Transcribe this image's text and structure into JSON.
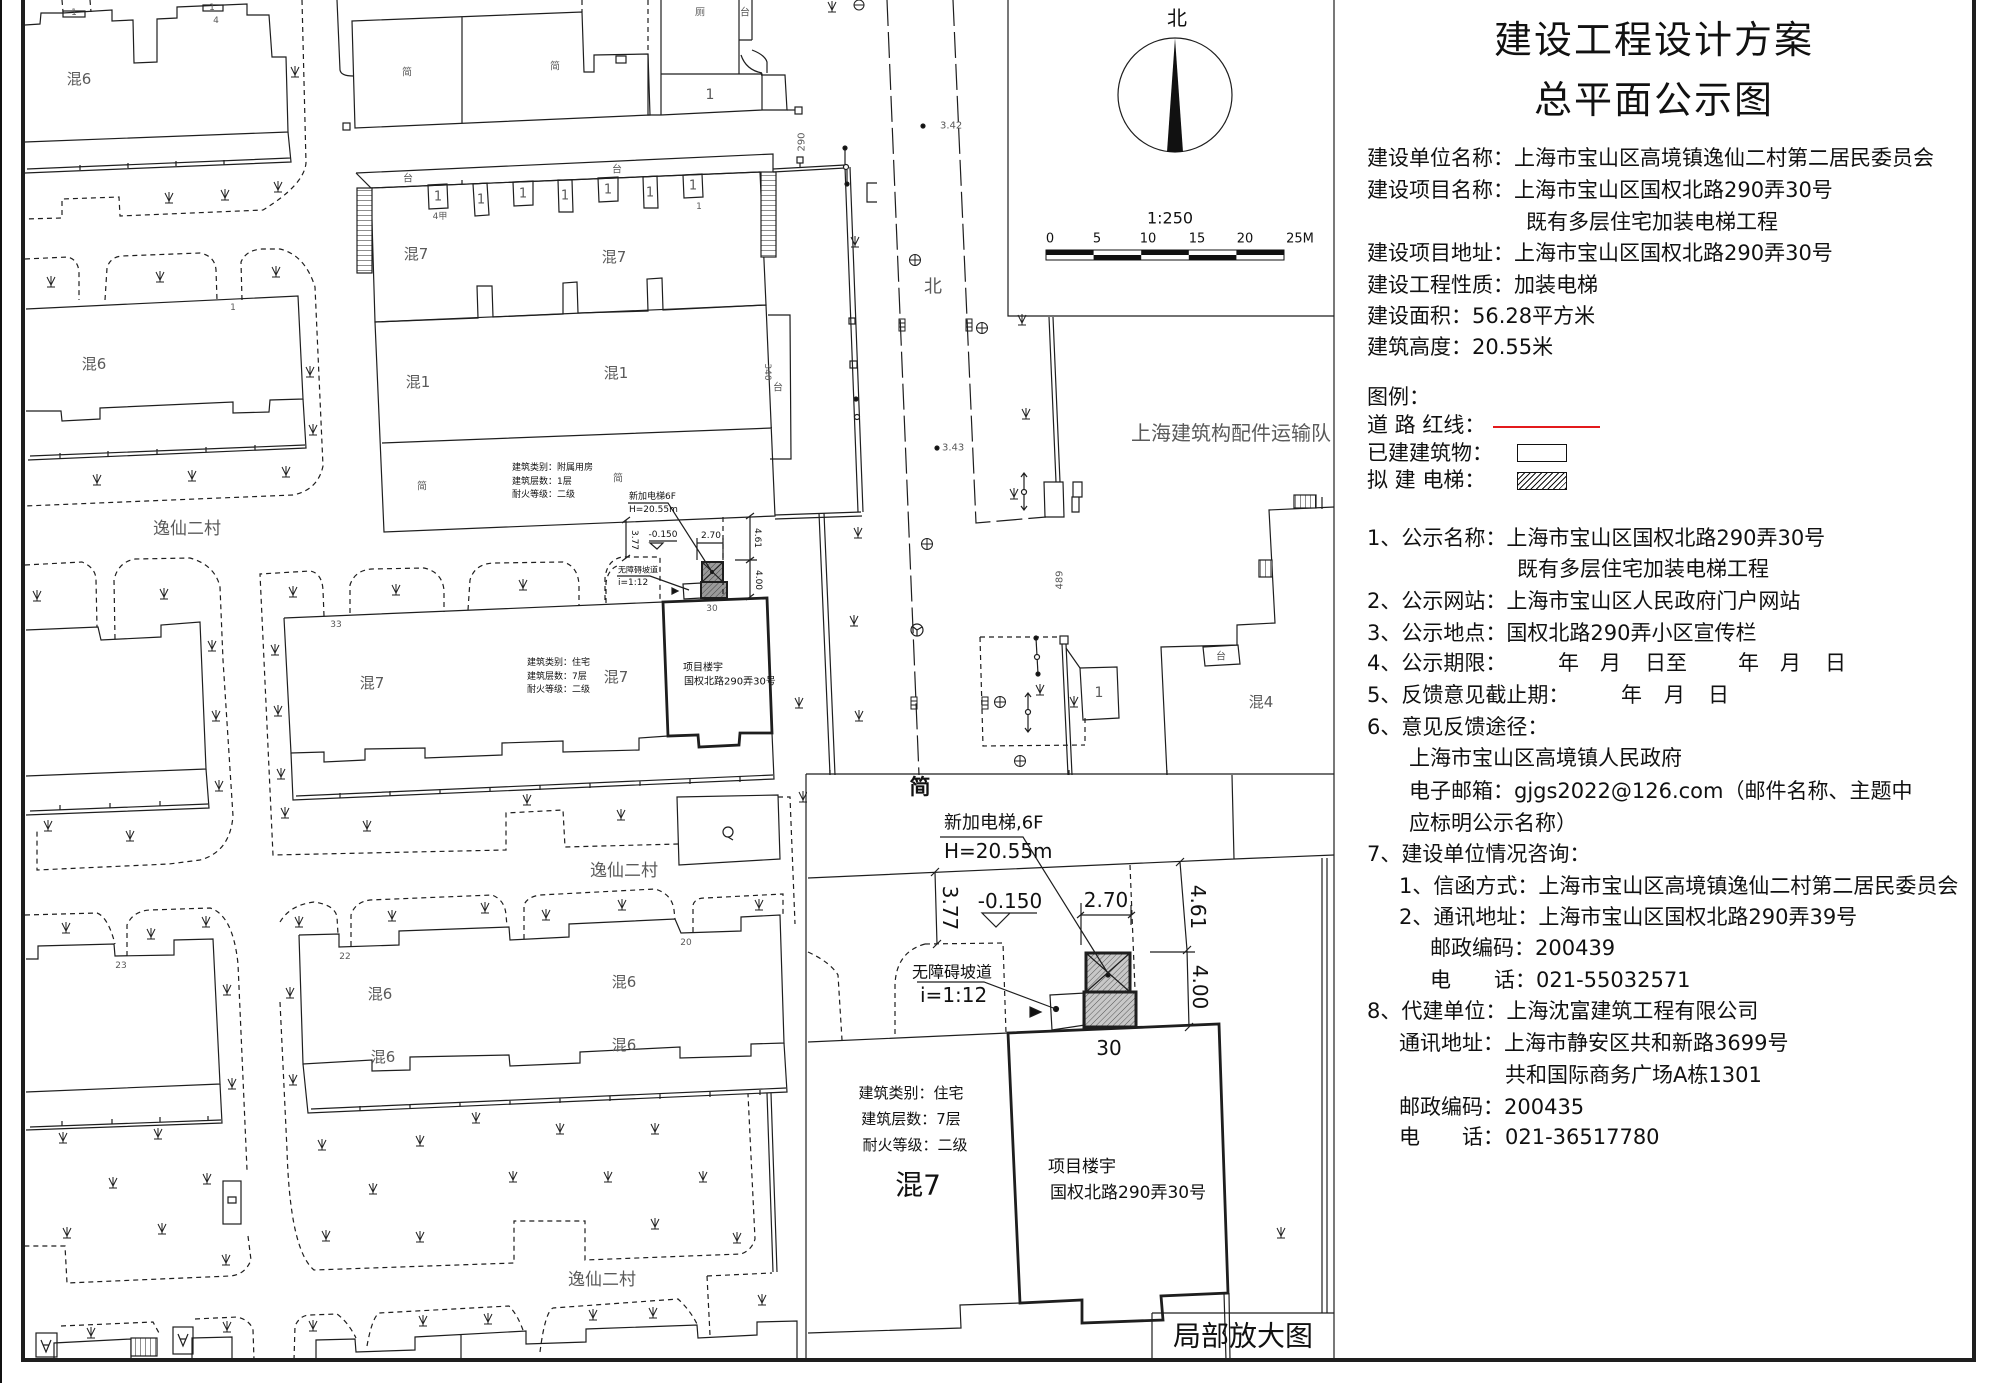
{
  "panel": {
    "title": [
      "建设工程设计方案",
      "总平面公示图"
    ],
    "project_info": [
      {
        "label": "建设单位名称：",
        "value": "上海市宝山区高境镇逸仙二村第二居民委员会"
      },
      {
        "label": "建设项目名称：",
        "value": "上海市宝山区国权北路290弄30号",
        "value_cont": "既有多层住宅加装电梯工程"
      },
      {
        "label": "建设项目地址：",
        "value": "上海市宝山区国权北路290弄30号"
      },
      {
        "label": "建设工程性质：",
        "value": "加装电梯"
      },
      {
        "label": "建设面积：",
        "value": "56.28平方米"
      },
      {
        "label": "建筑高度：",
        "value": "20.55米"
      }
    ],
    "legend": {
      "title": "图例：",
      "items": [
        {
          "label": "道 路 红线：",
          "swatch": "red-line",
          "color": "#e31a1c"
        },
        {
          "label": "已建建筑物：",
          "swatch": "outline-box"
        },
        {
          "label": "拟 建 电梯：",
          "swatch": "hatched-box"
        }
      ]
    },
    "notices": {
      "n1": {
        "label": "1、公示名称：",
        "value": "上海市宝山区国权北路290弄30号",
        "value_cont": "既有多层住宅加装电梯工程"
      },
      "n2": {
        "label": "2、公示网站：",
        "value": "上海市宝山区人民政府门户网站"
      },
      "n3": {
        "label": "3、公示地点：",
        "value": "国权北路290弄小区宣传栏"
      },
      "n4": {
        "label": "4、公示期限：",
        "date_parts": [
          "年",
          "月",
          "日至",
          "年",
          "月",
          "日"
        ]
      },
      "n5": {
        "label": "5、反馈意见截止期：",
        "date_parts": [
          "年",
          "月",
          "日"
        ]
      },
      "n6": {
        "label": "6、意见反馈途径：",
        "lines": [
          "上海市宝山区高境镇人民政府",
          "电子邮箱：gjgs2022@126.com（邮件名称、主题中",
          "应标明公示名称）"
        ]
      },
      "n7": {
        "label": "7、建设单位情况咨询：",
        "letter": {
          "label": "1、信函方式：",
          "value": "上海市宝山区高境镇逸仙二村第二居民委员会"
        },
        "address": {
          "label": "2、通讯地址：",
          "value": "上海市宝山区国权北路290弄39号"
        },
        "postcode": {
          "label": "邮政编码：",
          "value": "200439"
        },
        "phone": {
          "label_a": "电",
          "label_b": "话：",
          "value": "021-55032571"
        }
      },
      "n8": {
        "label": "8、代建单位：",
        "value": "上海沈富建筑工程有限公司",
        "address": {
          "label": "通讯地址：",
          "value": "上海市静安区共和新路3699号",
          "value_cont": "共和国际商务广场A栋1301"
        },
        "postcode": {
          "label": "邮政编码：",
          "value": "200435"
        },
        "phone": {
          "label_a": "电",
          "label_b": "话：",
          "value": "021-36517780"
        }
      }
    }
  },
  "north_arrow": {
    "label": "北"
  },
  "scale_bar": {
    "ratio": "1:250",
    "ticks": [
      "0",
      "5",
      "10",
      "15",
      "20",
      "25M"
    ]
  },
  "map": {
    "area_labels": [
      "逸仙二村",
      "逸仙二村",
      "逸仙二村",
      "上海建筑构配件运输队"
    ],
    "road_label": "北",
    "materials": [
      "混6",
      "混6",
      "混7",
      "混7",
      "混1",
      "混1",
      "简",
      "简",
      "简",
      "简",
      "混7",
      "混7",
      "混6",
      "混6",
      "混6",
      "混6",
      "混4"
    ],
    "room_labels": [
      "厕",
      "台",
      "台",
      "台",
      "台",
      "台"
    ],
    "building_numbers": [
      "1",
      "1",
      "4",
      "1",
      "33",
      "30",
      "22",
      "20",
      "23",
      "1",
      "1",
      "4甲",
      "1"
    ],
    "unit_labels": [
      "1",
      "1",
      "1",
      "1",
      "1",
      "1",
      "1"
    ],
    "elevations": [
      "3.42",
      "3.43"
    ],
    "road_numbers": [
      "290",
      "340",
      "489"
    ],
    "annex_info": [
      "建筑类别：附属用房",
      "建筑层数：1层",
      "耐火等级：二级"
    ],
    "residential_info": [
      "建筑类别：住宅",
      "建筑层数：7层",
      "耐火等级：二级"
    ],
    "project_building": [
      "项目楼宇",
      "国权北路290弄30号"
    ],
    "elevator_note": [
      "新加电梯6F",
      "H=20.55m"
    ],
    "ramp_note": [
      "无障碍坡道",
      "i=1:12"
    ],
    "dimensions": {
      "d_377": "3.77",
      "elevation": "-0.150",
      "d_270": "2.70",
      "d_461": "4.61",
      "d_400": "4.00"
    }
  },
  "inset": {
    "title": "局部放大图",
    "top_label": "简",
    "elevator_note": [
      "新加电梯,6F",
      "H=20.55m"
    ],
    "ramp_note": [
      "无障碍坡道",
      "i=1:12"
    ],
    "dimensions": {
      "d_377": "3.77",
      "elevation": "-0.150",
      "d_270": "2.70",
      "d_461": "4.61",
      "d_400": "4.00"
    },
    "building_number": "30",
    "residential_info": [
      "建筑类别：住宅",
      "建筑层数：7层",
      "耐火等级：二级"
    ],
    "material": "混7",
    "project_building": [
      "项目楼宇",
      "国权北路290弄30号"
    ]
  }
}
